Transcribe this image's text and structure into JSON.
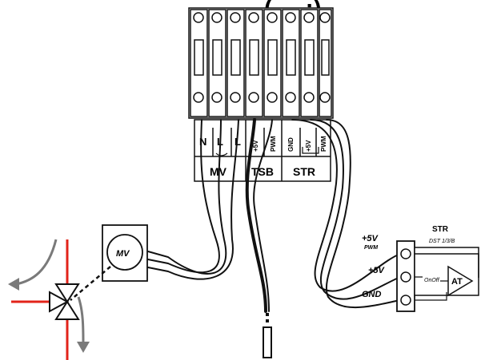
{
  "header": {
    "partial_text": "( ... ;)"
  },
  "terminal": {
    "labels": [
      "N",
      "L",
      "L"
    ],
    "tsb_pins": [
      "+5V",
      "PWM"
    ],
    "str_pins": [
      "GND",
      "+5V",
      "PWM"
    ],
    "groups": [
      "MV",
      "TSB",
      "STR"
    ]
  },
  "motor": {
    "label": "MV"
  },
  "sensor": {
    "title": "STR",
    "subtitle": "DST 1/3/B",
    "pins": [
      {
        "label": "+5V",
        "sub": "PWM"
      },
      {
        "label": "+5V",
        "sub": ""
      },
      {
        "label": "GND",
        "sub": ""
      }
    ],
    "amp_label": "AT",
    "inner_label": "OnOff"
  },
  "colors": {
    "line": "#111111",
    "pipe": "#e2231a",
    "arrow": "#7a7a7a",
    "fill": "#ffffff"
  }
}
